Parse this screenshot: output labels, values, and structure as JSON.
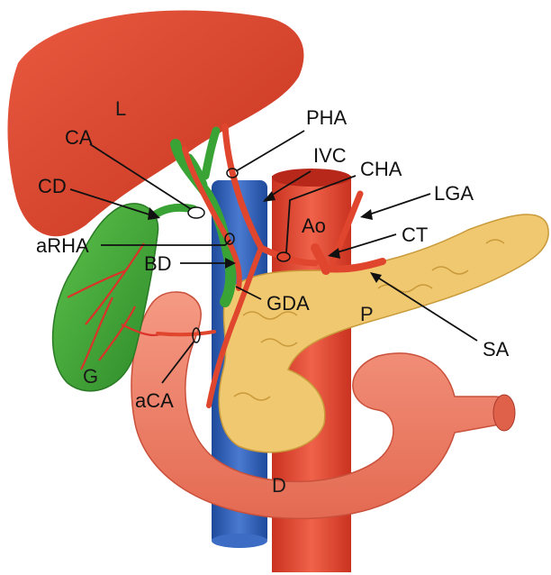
{
  "diagram": {
    "labels": {
      "L": "L",
      "PHA": "PHA",
      "CA": "CA",
      "IVC": "IVC",
      "CHA": "CHA",
      "CD": "CD",
      "LGA": "LGA",
      "Ao": "Ao",
      "CT": "CT",
      "aRHA": "aRHA",
      "BD": "BD",
      "GDA": "GDA",
      "P": "P",
      "SA": "SA",
      "G": "G",
      "aCA": "aCA",
      "D": "D"
    },
    "colors": {
      "liver": "#d9442e",
      "artery": "#e0452d",
      "aorta": "#e24a35",
      "vein": "#2f5fb8",
      "gallbladder": "#3aa336",
      "pancreas": "#f0c870",
      "duodenum": "#f0826a",
      "leader": "#111111"
    }
  }
}
